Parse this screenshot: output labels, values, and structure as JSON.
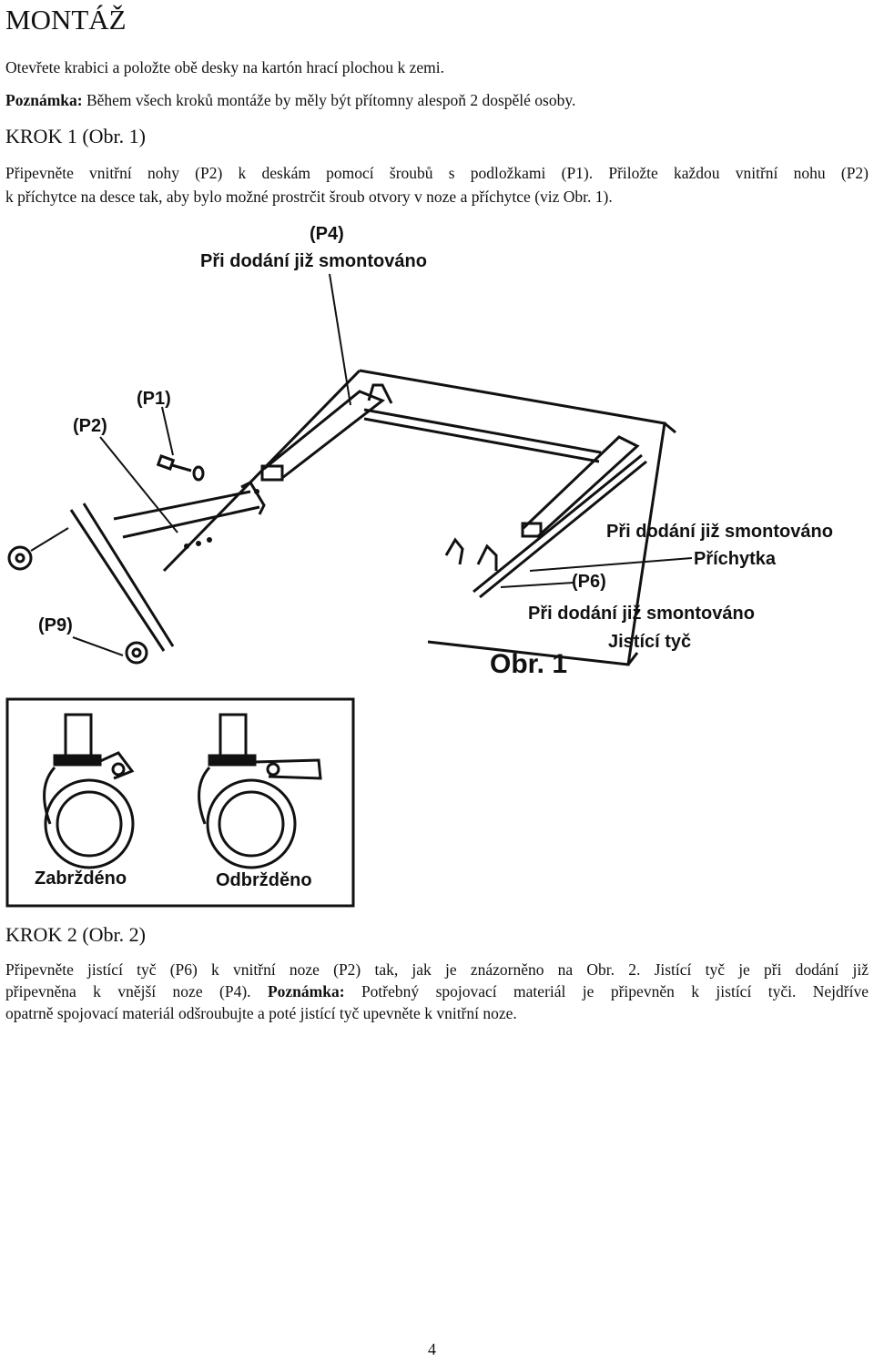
{
  "title": "MONTÁŽ",
  "intro": "Otevřete krabici a položte obě desky na kartón hrací plochou k zemi.",
  "note1": {
    "label": "Poznámka:",
    "text": " Během všech kroků montáže by měly být přítomny alespoň 2 dospělé osoby."
  },
  "step1": {
    "heading": "KROK 1 (Obr. 1)",
    "line1": "Připevněte vnitřní nohy (P2) k deskám pomocí šroubů s podložkami (P1). Přiložte každou vnitřní nohu (P2)",
    "line2": "k příchytce na desce tak, aby bylo možné prostrčit šroub otvory v noze a příchytce (viz Obr. 1)."
  },
  "figure1": {
    "p4": "(P4)",
    "p4_note": "Při dodání již smontováno",
    "p1": "(P1)",
    "p2": "(P2)",
    "p9": "(P9)",
    "p6": "(P6)",
    "bracket_note": "Při dodání již smontováno",
    "bracket_label": "Příchytka",
    "bar_note": "Při dodání již smontováno",
    "bar_label": "Jistící tyč",
    "caption": "Obr. 1"
  },
  "casters": {
    "locked": "Zabrždéno",
    "unlocked": "Odbržděno"
  },
  "step2": {
    "heading": "KROK 2 (Obr. 2)",
    "line1": "Připevněte jistící tyč (P6) k vnitřní noze (P2) tak, jak je znázorněno na Obr. 2. Jistící tyč je při dodání již",
    "line2_a": "připevněna k vnější noze (P4). ",
    "line2_label": "Poznámka:",
    "line2_b": " Potřebný spojovací materiál je připevněn k jistící tyči. Nejdříve",
    "line3": "opatrně spojovací materiál odšroubujte a poté jistící tyč upevněte k vnitřní noze."
  },
  "page_number": "4"
}
